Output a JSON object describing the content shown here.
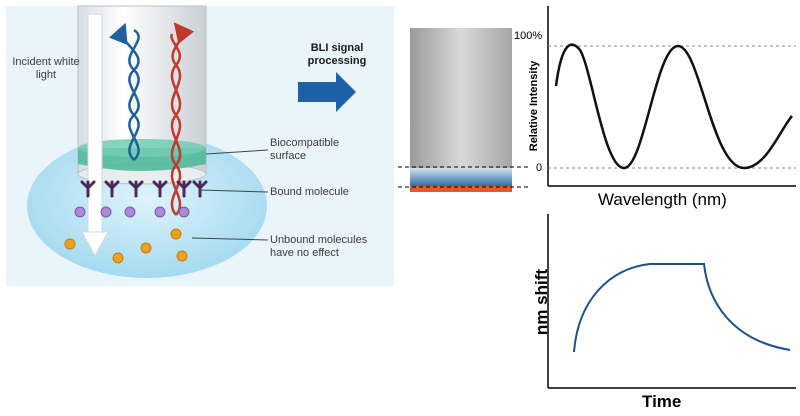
{
  "diagram": {
    "incident_light_label": "Incident white light",
    "biocompatible_label": "Biocompatible surface",
    "bound_label": "Bound molecule",
    "unbound_label": "Unbound molecules have no effect",
    "processing_label": "BLI signal processing"
  },
  "interference_chart": {
    "ylabel": "Relative Intensity",
    "xlabel": "Wavelength (nm)",
    "ytick_top": "100%",
    "ytick_bottom": "0"
  },
  "shift_chart": {
    "ylabel": "nm shift",
    "xlabel": "Time"
  },
  "colors": {
    "panel_bg": "#eaf4fb",
    "drop_blue": "#a6ddf2",
    "band_green": "#4fb99b",
    "ray_blue": "#1f5f9e",
    "ray_red": "#c0392b",
    "antibody": "#4a2a5a",
    "bound_molecule": "#a98ad6",
    "unbound_molecule": "#f0a020",
    "arrow_blue": "#1d62a8",
    "sensor_red": "#e05a2c",
    "curve_blue": "#1f4f8a"
  }
}
